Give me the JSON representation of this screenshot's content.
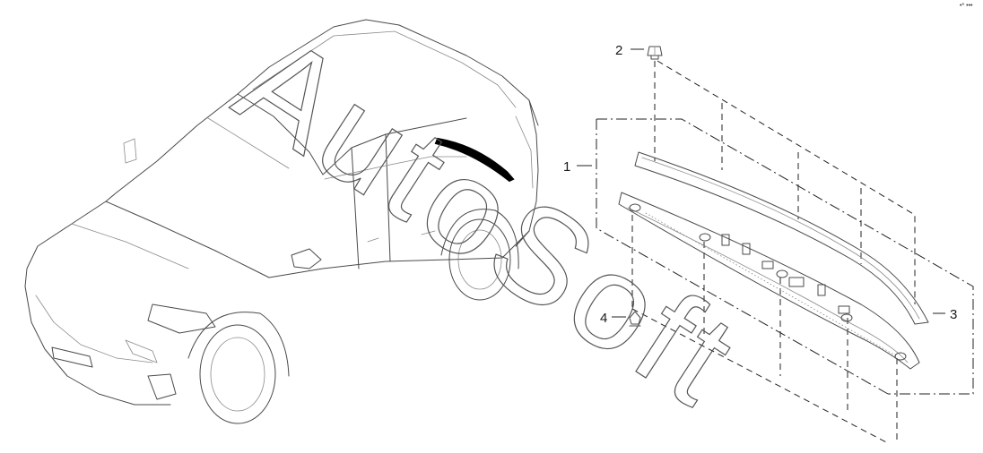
{
  "diagram": {
    "watermark": "AutoSoft",
    "corner_mark": "•* •••",
    "callouts": [
      {
        "id": "1",
        "label": "1"
      },
      {
        "id": "2",
        "label": "2"
      },
      {
        "id": "3",
        "label": "3"
      },
      {
        "id": "4",
        "label": "4"
      }
    ],
    "colors": {
      "line": "#4a4a4a",
      "highlight_part": "#000000",
      "background": "#ffffff"
    }
  }
}
